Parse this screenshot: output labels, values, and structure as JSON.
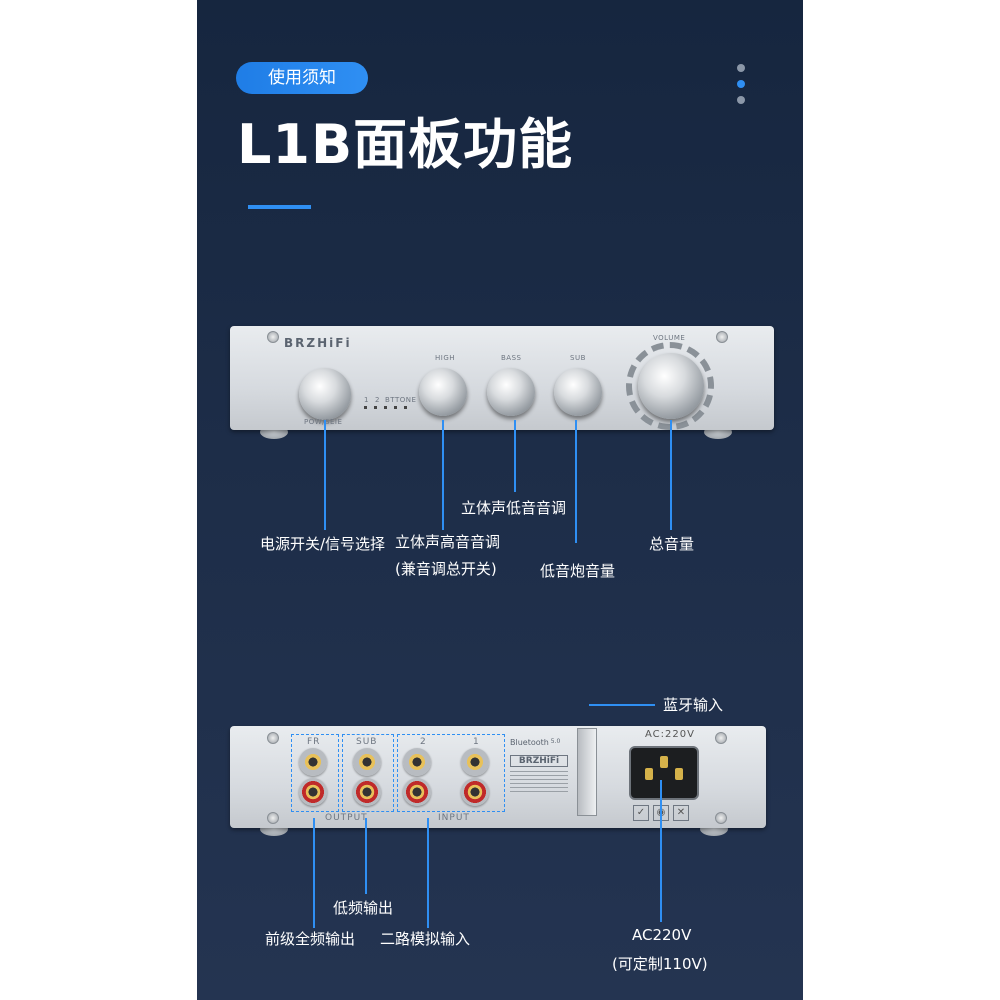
{
  "header": {
    "badge": "使用须知",
    "title": "L1B面板功能"
  },
  "front_panel": {
    "brand": "BRZHiFi",
    "knob_labels": {
      "pow": "POW/SEIE",
      "high": "HIGH",
      "bass": "BASS",
      "sub": "SUB",
      "volume": "VOLUME"
    },
    "led_labels": [
      "1",
      "2",
      "BT",
      "TONE"
    ]
  },
  "callouts_front": {
    "power": "电源开关/信号选择",
    "treble_line1": "立体声高音音调",
    "treble_line2": "(兼音调总开关)",
    "bass": "立体声低音音调",
    "sub": "低音炮音量",
    "volume": "总音量"
  },
  "rear_panel": {
    "labels": {
      "fr": "FR",
      "sub": "SUB",
      "in2": "2",
      "in1": "1",
      "output": "OUTPUT",
      "input": "INPUT",
      "bluetooth": "Bluetooth",
      "bt_version": "5.0",
      "brand": "BRZHiFi",
      "ac": "AC:220V"
    }
  },
  "callouts_rear": {
    "bt_input": "蓝牙输入",
    "full_output": "前级全频输出",
    "sub_output": "低频输出",
    "analog_input": "二路模拟输入",
    "ac_line1": "AC220V",
    "ac_line2": "(可定制110V)"
  },
  "colors": {
    "accent": "#2f8ff3",
    "background": "#1d2d48"
  }
}
